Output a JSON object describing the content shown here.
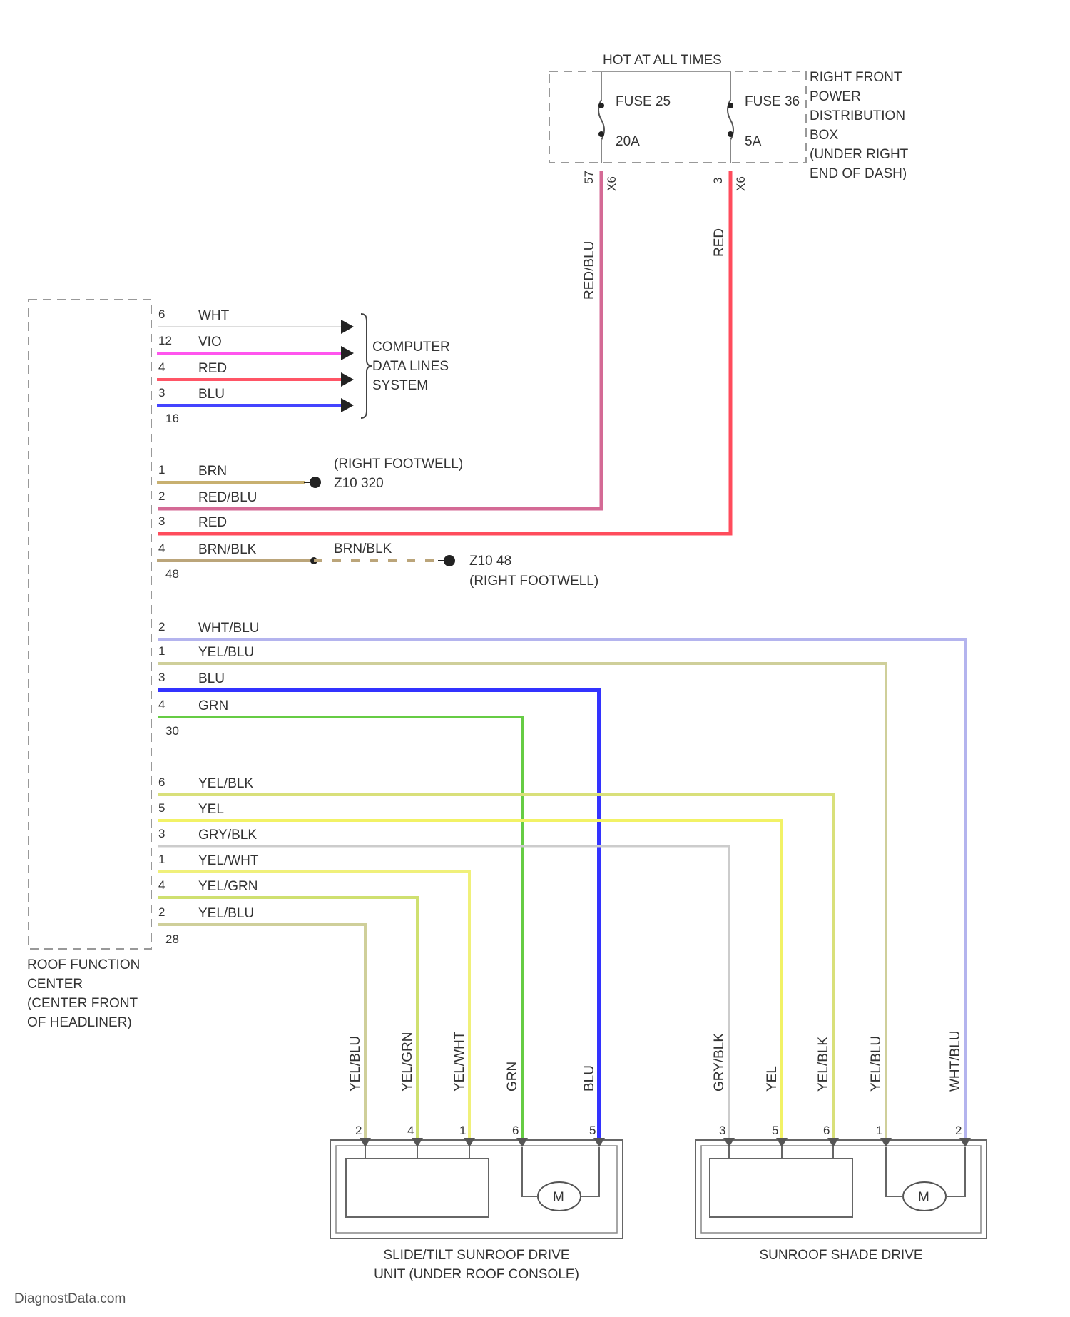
{
  "header": {
    "hot_at_all_times": "HOT AT ALL TIMES"
  },
  "fuse_box": {
    "label_lines": [
      "RIGHT FRONT",
      "POWER",
      "DISTRIBUTION",
      "BOX",
      "(UNDER RIGHT",
      "END OF DASH)"
    ],
    "fuses": [
      {
        "name": "FUSE 25",
        "rating": "20A",
        "pin": "57",
        "conn": "X6"
      },
      {
        "name": "FUSE 36",
        "rating": "5A",
        "pin": "3",
        "conn": "X6"
      }
    ],
    "wire_colors": [
      "RED/BLU",
      "RED"
    ]
  },
  "roof_function_center": {
    "label_lines": [
      "ROOF FUNCTION",
      "CENTER",
      "(CENTER FRONT",
      "OF HEADLINER)"
    ]
  },
  "data_lines": {
    "label_lines": [
      "COMPUTER",
      "DATA LINES",
      "SYSTEM"
    ],
    "wires": [
      {
        "pin": "6",
        "color_name": "WHT",
        "hex": "#dddddd"
      },
      {
        "pin": "12",
        "color_name": "VIO",
        "hex": "#ff55ee"
      },
      {
        "pin": "4",
        "color_name": "RED",
        "hex": "#ff5566"
      },
      {
        "pin": "3",
        "color_name": "BLU",
        "hex": "#4444ff"
      }
    ],
    "connector": "16"
  },
  "power_group": {
    "wires": [
      {
        "pin": "1",
        "color_name": "BRN",
        "hex": "#c8b070"
      },
      {
        "pin": "2",
        "color_name": "RED/BLU",
        "hex": "#d46a95"
      },
      {
        "pin": "3",
        "color_name": "RED",
        "hex": "#ff4c5c"
      },
      {
        "pin": "4",
        "color_name": "BRN/BLK",
        "hex": "#bba57a"
      }
    ],
    "connector": "48",
    "ground1": {
      "loc": "(RIGHT FOOTWELL)",
      "id": "Z10 320"
    },
    "ground2": {
      "id": "Z10 48",
      "loc": "(RIGHT FOOTWELL)",
      "splice_wire": "BRN/BLK"
    }
  },
  "group3": {
    "wires": [
      {
        "pin": "2",
        "color_name": "WHT/BLU",
        "hex": "#b4b4ee"
      },
      {
        "pin": "1",
        "color_name": "YEL/BLU",
        "hex": "#cfcf9a"
      },
      {
        "pin": "3",
        "color_name": "BLU",
        "hex": "#3333ff"
      },
      {
        "pin": "4",
        "color_name": "GRN",
        "hex": "#66cc44"
      }
    ],
    "connector": "30"
  },
  "group4": {
    "wires": [
      {
        "pin": "6",
        "color_name": "YEL/BLK",
        "hex": "#d9e07a"
      },
      {
        "pin": "5",
        "color_name": "YEL",
        "hex": "#f2f266"
      },
      {
        "pin": "3",
        "color_name": "GRY/BLK",
        "hex": "#cccccc"
      },
      {
        "pin": "1",
        "color_name": "YEL/WHT",
        "hex": "#f0f07a"
      },
      {
        "pin": "4",
        "color_name": "YEL/GRN",
        "hex": "#cfe070"
      },
      {
        "pin": "2",
        "color_name": "YEL/BLU",
        "hex": "#cfcf9a"
      }
    ],
    "connector": "28"
  },
  "sunroof_drive": {
    "label_lines": [
      "SLIDE/TILT SUNROOF DRIVE",
      "UNIT (UNDER ROOF CONSOLE)"
    ],
    "pins": [
      {
        "pin": "2",
        "wire": "YEL/BLU",
        "hex": "#cfcf9a"
      },
      {
        "pin": "4",
        "wire": "YEL/GRN",
        "hex": "#cfe070"
      },
      {
        "pin": "1",
        "wire": "YEL/WHT",
        "hex": "#f0f07a"
      },
      {
        "pin": "6",
        "wire": "GRN",
        "hex": "#66cc44"
      },
      {
        "pin": "5",
        "wire": "BLU",
        "hex": "#3333ff"
      }
    ],
    "motor": "M"
  },
  "shade_drive": {
    "label_lines": [
      "SUNROOF SHADE DRIVE"
    ],
    "pins": [
      {
        "pin": "3",
        "wire": "GRY/BLK",
        "hex": "#cccccc"
      },
      {
        "pin": "5",
        "wire": "YEL",
        "hex": "#f2f266"
      },
      {
        "pin": "6",
        "wire": "YEL/BLK",
        "hex": "#d9e07a"
      },
      {
        "pin": "1",
        "wire": "YEL/BLU",
        "hex": "#cfcf9a"
      },
      {
        "pin": "2",
        "wire": "WHT/BLU",
        "hex": "#b4b4ee"
      }
    ],
    "motor": "M"
  },
  "footer": {
    "watermark": "DiagnostData.com"
  }
}
